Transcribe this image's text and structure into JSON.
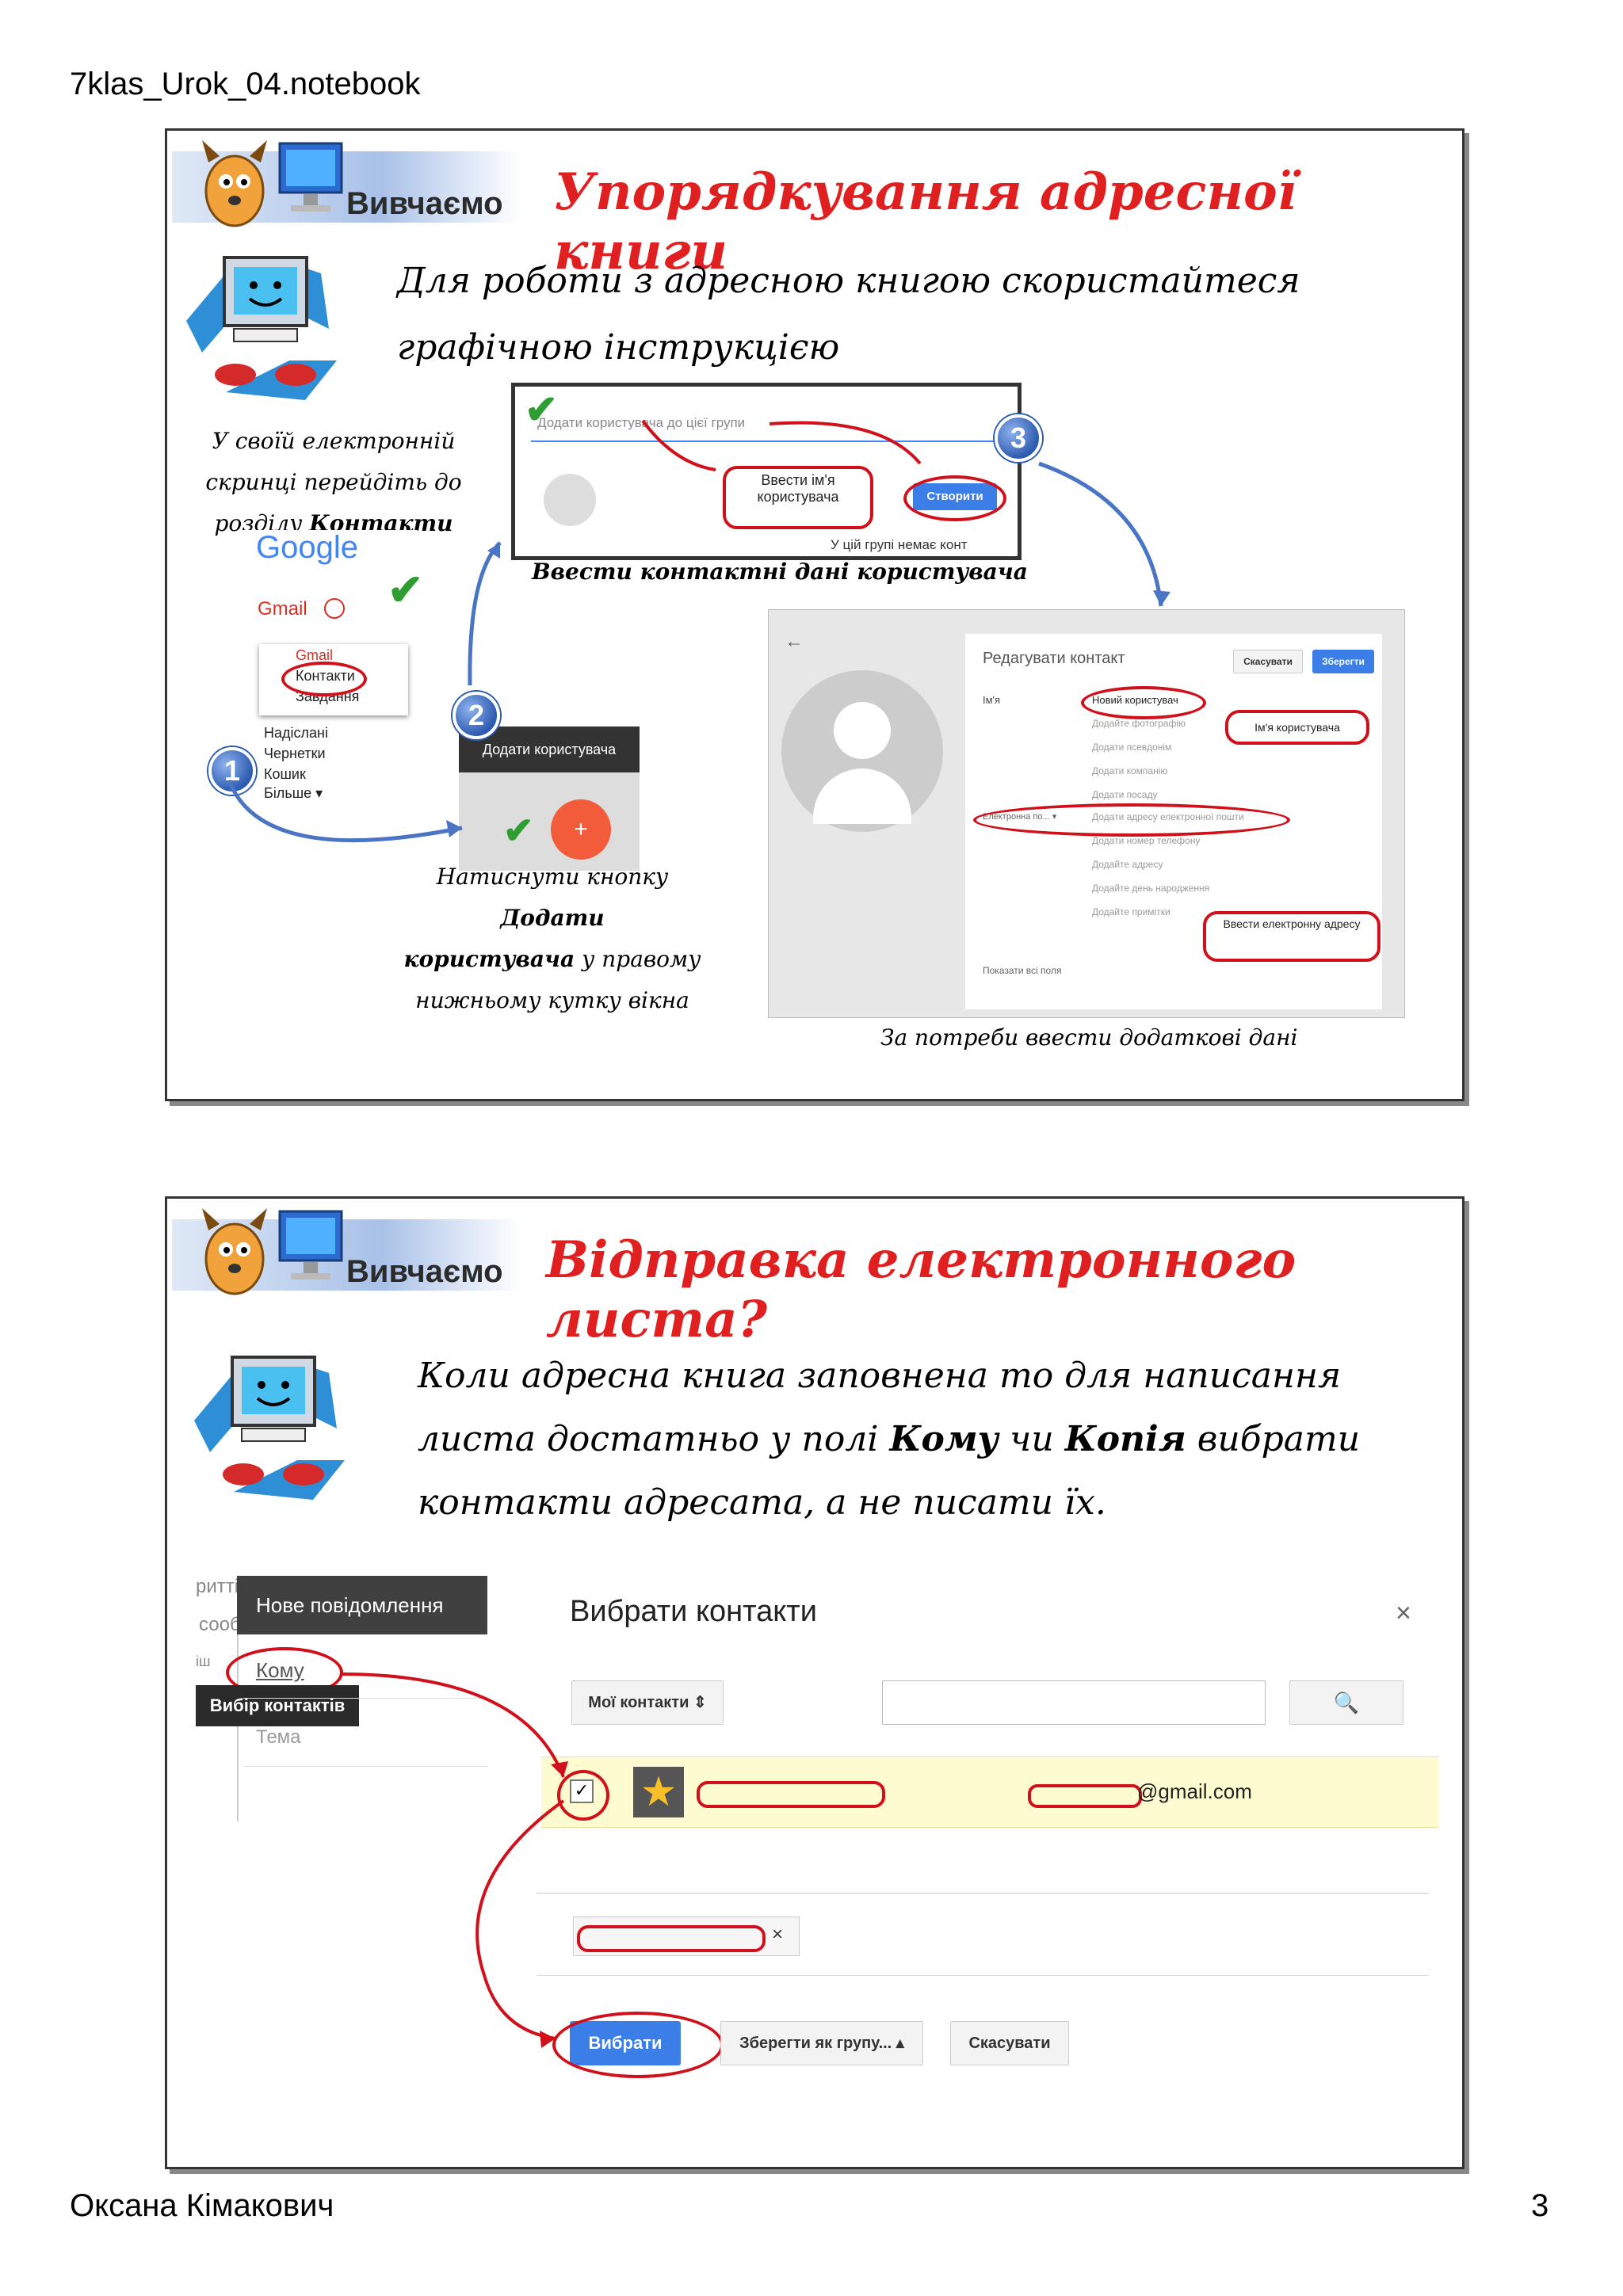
{
  "page": {
    "header": "7klas_Urok_04.notebook",
    "footer_author": "Оксана Кімакович",
    "page_number": "3"
  },
  "slide1": {
    "banner_word": "Вивчаємо",
    "title": "Упорядкування адресної книги",
    "intro": "Для роботи з адресною книгою скористайтеся графічною інструкцією",
    "step1_caption": [
      "У своїй електронній",
      "скринці перейдіть до",
      "розділу ",
      "Контакти"
    ],
    "gmail_menu": {
      "google_logo": "Google",
      "gmail_btn": "Gmail",
      "items": [
        "Gmail",
        "Контакти",
        "Завдання"
      ],
      "folders": [
        "Надіслані",
        "Чернетки",
        "Кошик",
        "Більше ▾"
      ]
    },
    "step2_tooltip": "Додати користувача",
    "step2_caption": [
      "Натиснути кнопку ",
      "Додати",
      "користувача",
      " у правому",
      "нижньому кутку вікна"
    ],
    "step3_shot": {
      "input_placeholder": "Додати користувача до цієї групи",
      "callout": "Ввести ім'я користувача",
      "create_btn": "Створити",
      "bottom_text": "У цій групі немає конт"
    },
    "step3_caption": "Ввести контактні дані користувача",
    "edit_contact": {
      "back": "←",
      "heading": "Редагувати контакт",
      "cancel_btn": "Скасувати",
      "save_btn": "Зберегти",
      "name_label": "Ім'я",
      "name_value": "Новий користувач",
      "fields": [
        "Додайте фотографію",
        "Додати псевдонім",
        "Додати компанію",
        "Додати посаду",
        "Додати адресу електронної пошти",
        "Додати номер телефону",
        "Додайте адресу",
        "Додайте день народження",
        "Додайте примітки"
      ],
      "email_type": "Електронна по... ▾",
      "callout_name": "Ім'я користувача",
      "callout_email": "Ввести електронну адресу",
      "show_all": "Показати всі поля"
    },
    "final_caption": "За потреби ввести додаткові дані"
  },
  "slide2": {
    "banner_word": "Вивчаємо",
    "title": "Відправка електронного листа?",
    "body": [
      "Коли адресна книга заповнена то для написання",
      "листа достатньо у полі ",
      "Кому",
      " чи ",
      "Копія",
      " вибрати",
      "контакти адресата, а не писати їх."
    ],
    "compose": {
      "new_message": "Нове повідомлення",
      "frag_top": "ритті",
      "frag_left": "сооб",
      "frag_left2": "іш",
      "to_label": "Кому",
      "tooltip": "Вибір контактів",
      "subject": "Тема"
    },
    "picker": {
      "title": "Вибрати контакти",
      "close": "×",
      "dropdown": "Мої контакти ⇕",
      "email_suffix": "@gmail.com",
      "chip_close": "×",
      "select_btn": "Вибрати",
      "save_group_btn": "Зберегти як групу... ▴",
      "cancel_btn": "Скасувати"
    }
  }
}
